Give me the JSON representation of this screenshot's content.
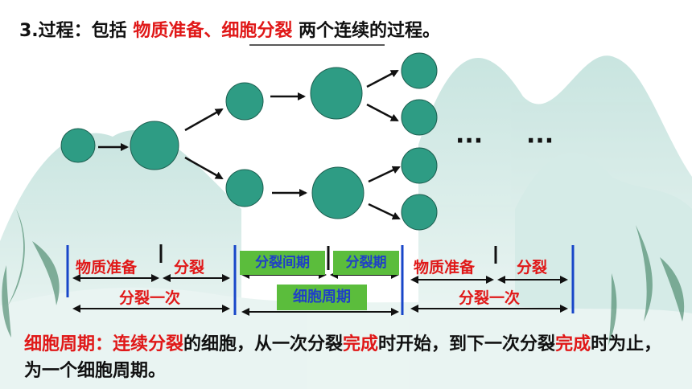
{
  "title": {
    "prefix": "3.过程：包括 ",
    "highlight": "物质准备、细胞分裂",
    "suffix": " 两个连续的过程。"
  },
  "diagram": {
    "ellipsis_left": "···",
    "ellipsis_right": "···",
    "cell_color": "#2e9c84",
    "labels": {
      "prep1": "物质准备",
      "div1": "分裂",
      "once1": "分裂一次",
      "interphase": "分裂间期",
      "mphase": "分裂期",
      "cycle": "细胞周期",
      "prep2": "物质准备",
      "div2": "分裂",
      "once2": "分裂一次"
    }
  },
  "definition": {
    "p1": "细胞周期：连续分裂",
    "p2": "的细胞，从一次分裂",
    "p3": "完成",
    "p4": "时开始，到下一次分裂",
    "p5": "完成",
    "p6": "时为止，为一个细胞周期。"
  }
}
